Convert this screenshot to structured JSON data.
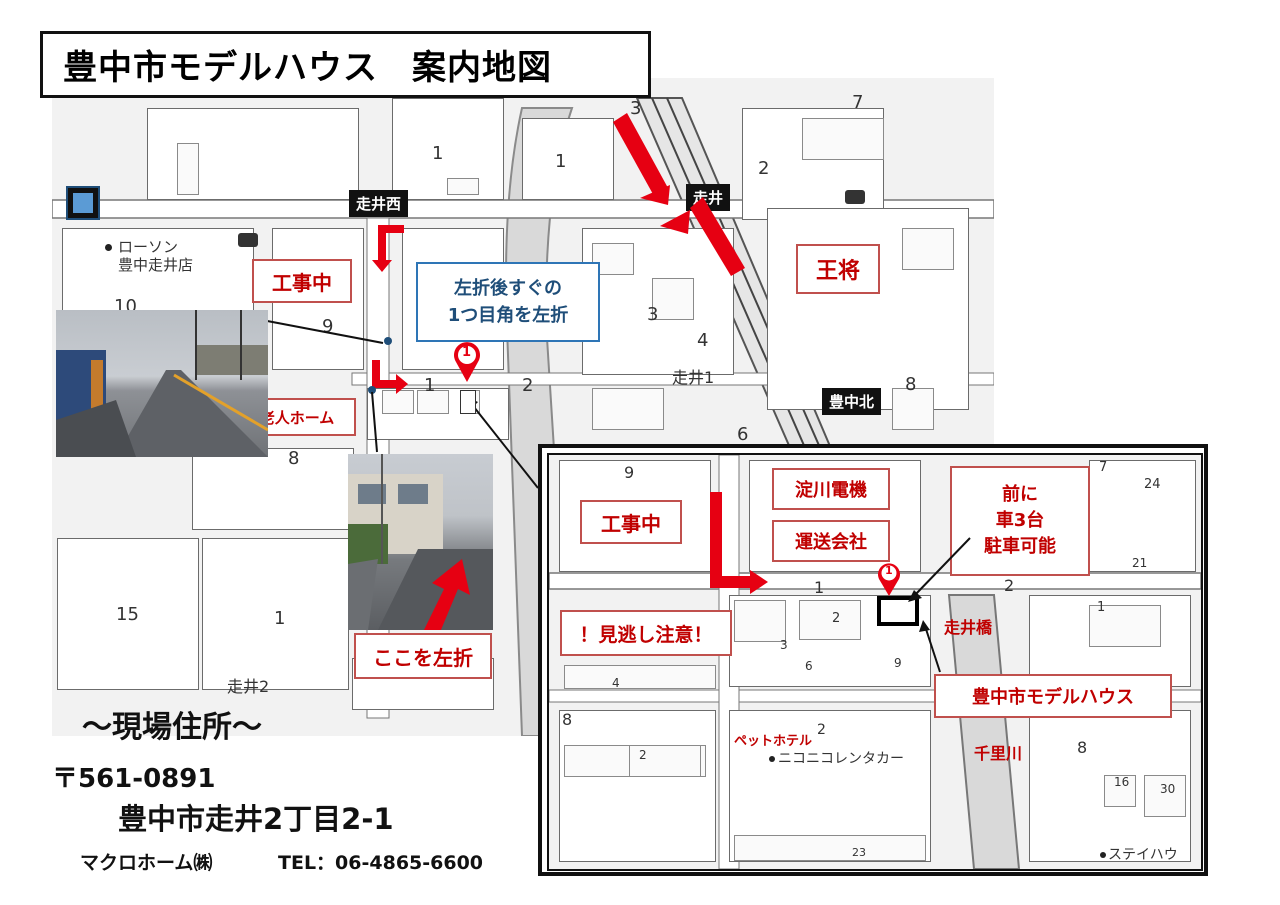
{
  "title": {
    "main": "豊中市モデルハウス",
    "sub": "案内地図"
  },
  "stations": {
    "hashiri_nishi": "走井西",
    "hashiri": "走井",
    "toyonaka_kita": "豊中北"
  },
  "main_map": {
    "lawson": "ローソン",
    "lawson_branch": "豊中走井店",
    "block_numbers": [
      "1",
      "1",
      "2",
      "3",
      "4",
      "6",
      "7",
      "8",
      "9",
      "10",
      "15",
      "1",
      "2",
      "3",
      "1",
      "8"
    ],
    "area_hashiri1": "走井1",
    "area_hashiri2": "走井2",
    "labels": {
      "construction": "工事中",
      "ohsho": "王将",
      "elderly_home": "老人ホーム",
      "turn_left_here": "ここを左折",
      "instruction_line1": "左折後すぐの",
      "instruction_line2": "1つ目角を左折"
    },
    "pin_number": "1"
  },
  "inset": {
    "labels": {
      "construction": "工事中",
      "yodogawa": "淀川電機",
      "transport": "運送会社",
      "parking_line1": "前に",
      "parking_line2": "車3台",
      "parking_line3": "駐車可能",
      "warning": "！見逃し注意！",
      "bridge": "走井橋",
      "modelhouse": "豊中市モデルハウス",
      "river": "千里川",
      "pet_hotel": "ペットホテル",
      "nico_rental": "ニコニコレンタカー",
      "stay_house": "ステイハウ"
    },
    "block_numbers": {
      "n9a": "9",
      "n7": "7",
      "n24": "24",
      "n21": "21",
      "n2a": "2",
      "n1a": "1",
      "n1b": "1",
      "n2b": "2",
      "n3": "3",
      "n6": "6",
      "n9b": "9",
      "n4": "4",
      "n8a": "8",
      "n2c": "2",
      "n2d": "2",
      "n8b": "8",
      "n16": "16",
      "n30": "30",
      "n23": "23"
    },
    "pin_number": "1"
  },
  "address": {
    "heading": "～現場住所～",
    "postal": "〒561-0891",
    "street": "豊中市走井2丁目2-1",
    "company": "マクロホーム㈱",
    "tel": "TEL：06-4865-6600"
  },
  "colors": {
    "accent_red": "#e60012",
    "label_border": "#c0504d",
    "blue_box": "#2e75b6"
  }
}
